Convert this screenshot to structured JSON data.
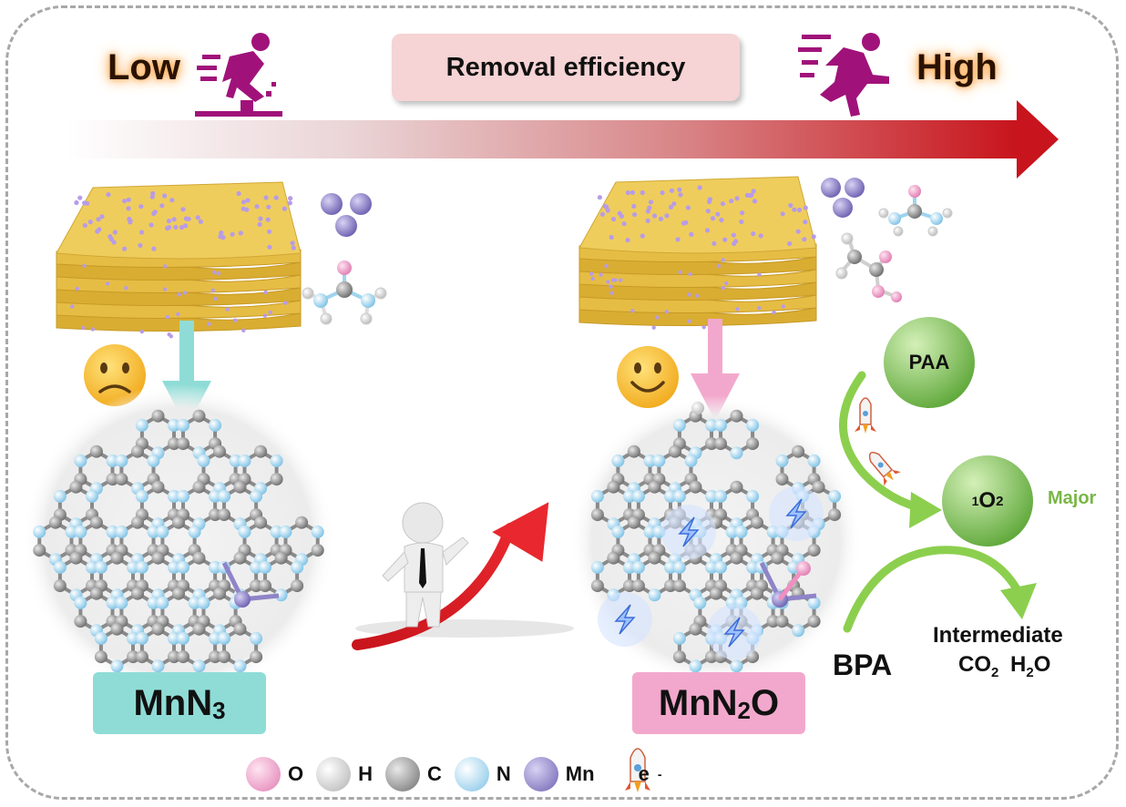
{
  "header": {
    "low_label": "Low",
    "high_label": "High",
    "title": "Removal efficiency"
  },
  "catalysts": {
    "left": {
      "base": "MnN",
      "sub": "3",
      "tail": ""
    },
    "right": {
      "base": "MnN",
      "sub": "2",
      "tail": "O"
    }
  },
  "pathway": {
    "paa": "PAA",
    "singlet_sup": "1",
    "singlet_base": "O",
    "singlet_sub": "2",
    "major": "Major",
    "bpa": "BPA",
    "intermediate": "Intermediate",
    "co2_base": "CO",
    "co2_sub": "2",
    "h2o_base": "H",
    "h2o_sub": "2",
    "h2o_tail": "O"
  },
  "legend": [
    {
      "label": "O",
      "color": "#f08fc0"
    },
    {
      "label": "H",
      "color": "#ffffff"
    },
    {
      "label": "C",
      "color": "#8a8a8a"
    },
    {
      "label": "N",
      "color": "#9fd4ee"
    },
    {
      "label": "Mn",
      "color": "#8f84c8"
    }
  ],
  "legend_electron": {
    "base": "e",
    "sup": "-"
  },
  "icons": [
    "running-person-icon",
    "rocket-icon",
    "sad-face-icon",
    "smile-face-icon"
  ],
  "colors": {
    "arrow_red": "#c8141c",
    "teal": "#8fdcd6",
    "pink": "#f2a8cc",
    "green_circle": "#7fbf56",
    "green_text": "#7ab648",
    "sheet_yellow": "#e8c24a",
    "figure_purple": "#a0127a"
  }
}
